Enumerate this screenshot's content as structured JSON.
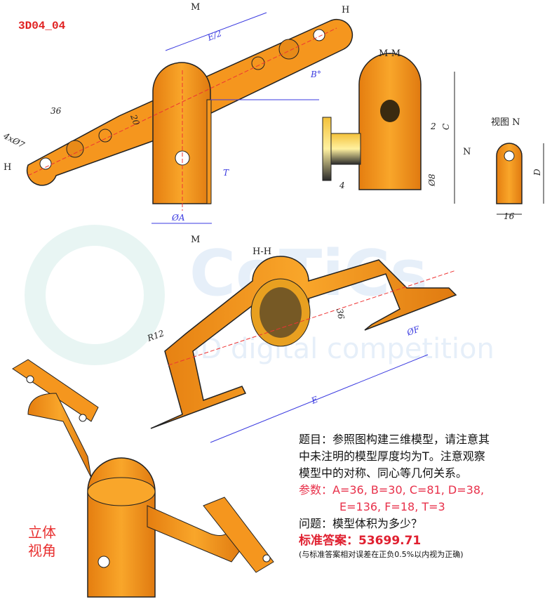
{
  "drawing_id": "3D04_04",
  "front_view": {
    "section_mark_m_top": "M",
    "section_mark_m_bottom": "M",
    "section_mark_h_right": "H",
    "section_mark_h_left": "H",
    "dim_e_half": "E/2",
    "dim_b_angle": "B°",
    "dim_36": "36",
    "dim_20": "20",
    "dim_holes": "4xØ7",
    "dim_t": "T",
    "dim_a": "ØA"
  },
  "section_mm": {
    "title": "M-M",
    "dim_2": "2",
    "dim_c": "C",
    "dim_8": "Ø8",
    "dim_4": "4",
    "view_arrow_n": "N"
  },
  "view_n": {
    "title": "视图 N",
    "dim_d": "D",
    "dim_16": "16"
  },
  "section_hh": {
    "title": "H-H",
    "dim_36": "36",
    "dim_f": "ØF",
    "dim_r12": "R12",
    "dim_e": "E"
  },
  "watermark": {
    "brand": "CoTiCs",
    "subtitle": "3D digital competition"
  },
  "iso_view_label": "立体视角",
  "problem": {
    "line1": "题目：参照图构建三维模型，请注意其",
    "line2": "中未注明的模型厚度均为T。注意观察",
    "line3": "模型中的对称、同心等几何关系。",
    "params_label": "参数：",
    "params_line1": "A=36, B=30, C=81, D=38,",
    "params_line2": "E=136, F=18, T=3",
    "question": "问题：模型体积为多少？",
    "answer_label": "标准答案：",
    "answer_value": "53699.71",
    "note": "(与标准答案相对误差在正负0.5%以内视为正确)"
  },
  "colors": {
    "part": "#f5961e",
    "outline": "#222222",
    "dim": "#3a3ae0",
    "red": "#e02030"
  }
}
